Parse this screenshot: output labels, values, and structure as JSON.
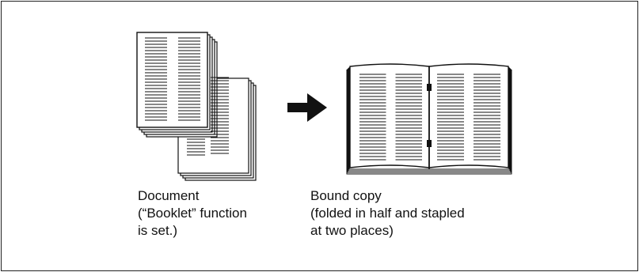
{
  "document": {
    "caption_lines": [
      "Document",
      "(“Booklet” function",
      "is set.)"
    ]
  },
  "bound_copy": {
    "caption_lines": [
      "Bound copy",
      "(folded in half and stapled",
      "at two places)"
    ]
  },
  "colors": {
    "ink": "#111111",
    "paper": "#ffffff"
  }
}
